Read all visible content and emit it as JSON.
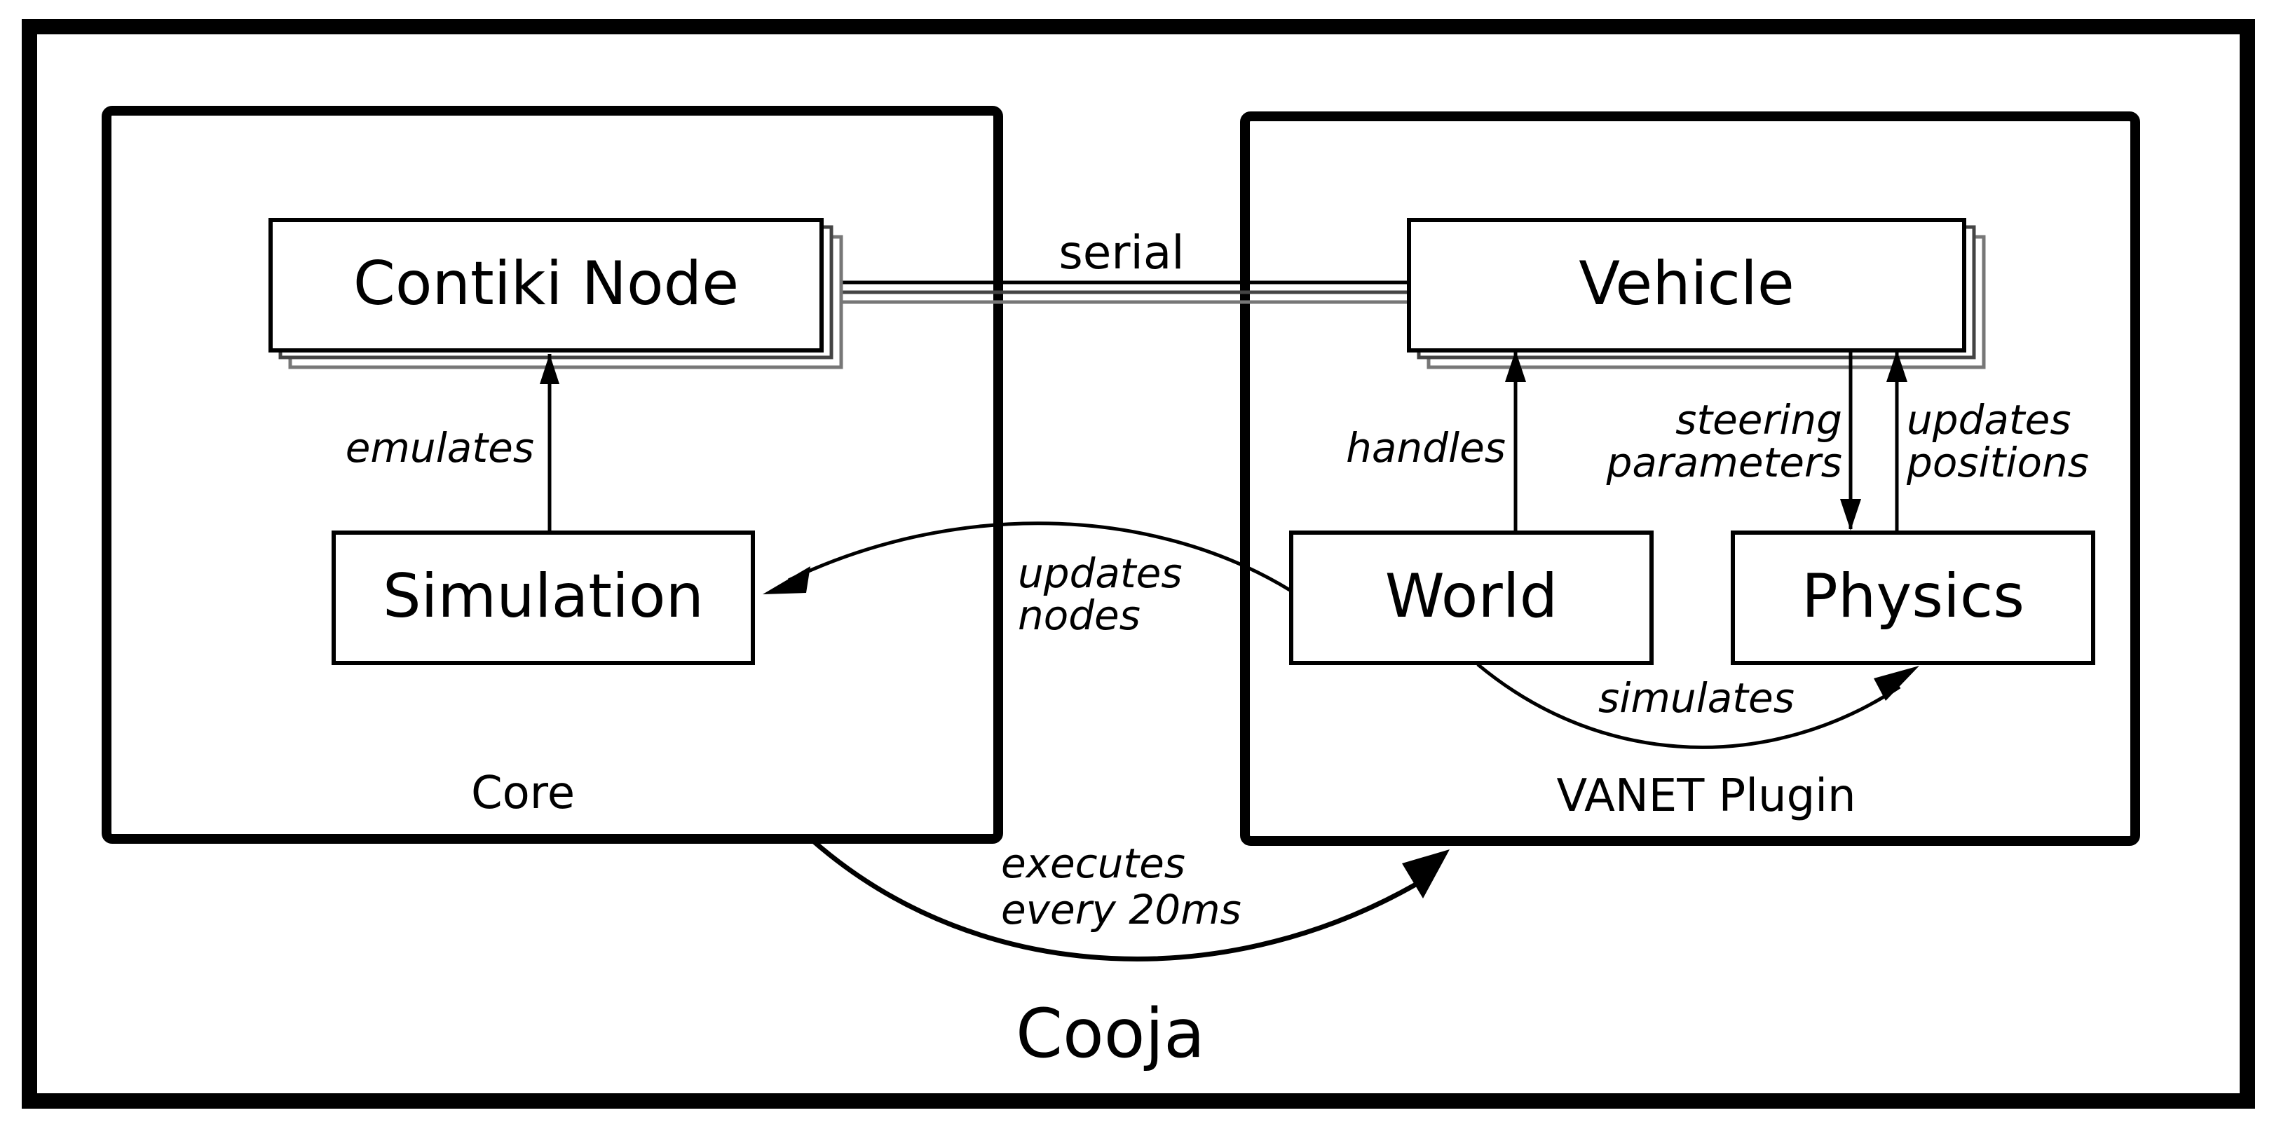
{
  "diagram": {
    "outer_frame": {
      "label": "Cooja"
    },
    "core_frame": {
      "label": "Core"
    },
    "plugin_frame": {
      "label": "VANET Plugin"
    },
    "nodes": {
      "contiki_node": "Contiki Node",
      "simulation": "Simulation",
      "vehicle": "Vehicle",
      "world": "World",
      "physics": "Physics"
    },
    "edges": {
      "serial": "serial",
      "emulates": "emulates",
      "handles": "handles",
      "steering_line1": "steering",
      "steering_line2": "parameters",
      "updates_positions_line1": "updates",
      "updates_positions_line2": "positions",
      "updates_nodes_line1": "updates",
      "updates_nodes_line2": "nodes",
      "simulates": "simulates",
      "executes_line1": "executes",
      "executes_line2": "every 20ms"
    },
    "colors": {
      "stroke": "#000000",
      "stack_shadow": "#555555",
      "background": "#ffffff"
    }
  }
}
